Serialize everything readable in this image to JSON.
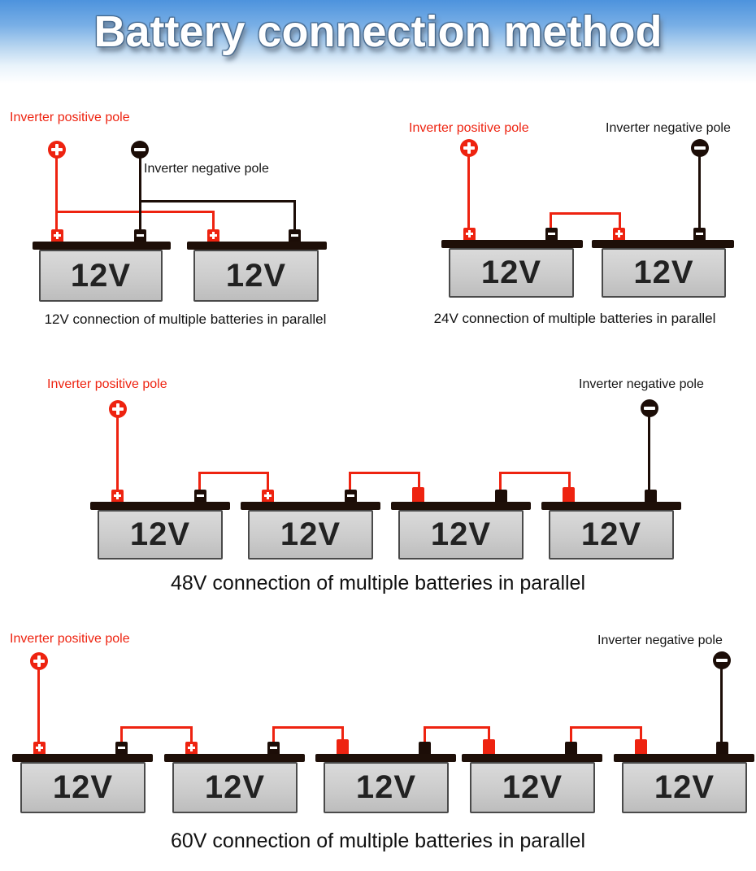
{
  "title": "Battery connection method",
  "colors": {
    "positive_red": "#ee2310",
    "negative_black": "#1c0d07",
    "banner_blue": "#4d93dd",
    "battery_gray": "#cccccc"
  },
  "diagrams": [
    {
      "caption": "12V connection of multiple batteries in parallel",
      "positive_pole_label": "Inverter positive pole",
      "negative_pole_label": "Inverter negative pole",
      "batteries": [
        {
          "label": "12V"
        },
        {
          "label": "12V"
        }
      ]
    },
    {
      "caption": "24V connection of multiple batteries in parallel",
      "positive_pole_label": "Inverter positive pole",
      "negative_pole_label": "Inverter negative pole",
      "batteries": [
        {
          "label": "12V"
        },
        {
          "label": "12V"
        }
      ]
    },
    {
      "caption": "48V connection of multiple batteries in parallel",
      "positive_pole_label": "Inverter positive pole",
      "negative_pole_label": "Inverter negative pole",
      "batteries": [
        {
          "label": "12V"
        },
        {
          "label": "12V"
        },
        {
          "label": "12V"
        },
        {
          "label": "12V"
        }
      ]
    },
    {
      "caption": "60V connection of multiple batteries in parallel",
      "positive_pole_label": "Inverter positive pole",
      "negative_pole_label": "Inverter negative pole",
      "batteries": [
        {
          "label": "12V"
        },
        {
          "label": "12V"
        },
        {
          "label": "12V"
        },
        {
          "label": "12V"
        },
        {
          "label": "12V"
        }
      ]
    }
  ]
}
